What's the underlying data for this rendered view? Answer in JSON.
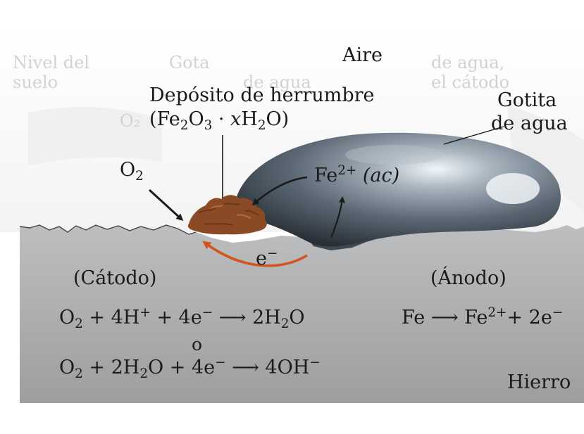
{
  "colors": {
    "iron": "#a3a4a6",
    "water": "#4e5b66",
    "rust": "#8a4a26",
    "electron_arrow": "#d2551f",
    "text": "#1a1a1a",
    "ghost_text": "#d2d2d2"
  },
  "ghost_labels": {
    "nivel": "Nivel del",
    "suelo": "suelo",
    "gota": "Gota",
    "de_agua": "de agua",
    "agua": "de agua,",
    "catodo": "el cátodo",
    "o2": "O₂"
  },
  "labels": {
    "aire": "Aire",
    "deposito": "Depósito de herrumbre",
    "rust_formula": {
      "open": "(Fe",
      "s1": "2",
      "mid1": "O",
      "s2": "3",
      "dot": " · ",
      "x": "x",
      "h": "H",
      "s3": "2",
      "close": "O)"
    },
    "gotita_line1": "Gotita",
    "gotita_line2": "de agua",
    "o2": {
      "base": "O",
      "sub": "2"
    },
    "fe_ion": {
      "base": "Fe",
      "sup": "2+",
      "ac": "(ac)"
    },
    "electron": {
      "base": "e",
      "sup": "−"
    },
    "catodo": "(Cátodo)",
    "anodo": "(Ánodo)",
    "hierro": "Hierro"
  },
  "equations": {
    "cathode_1": {
      "a": "O",
      "a_sub": "2",
      "b": " + 4H",
      "b_sup": "+",
      "c": " + 4e",
      "c_sup": "−",
      "arrow": " ⟶ ",
      "d": "2H",
      "d_sub": "2",
      "e": "O"
    },
    "o": "o",
    "cathode_2": {
      "a": "O",
      "a_sub": "2",
      "b": " + 2H",
      "b_sub": "2",
      "c": "O + 4e",
      "c_sup": "−",
      "arrow": " ⟶ ",
      "d": "4OH",
      "d_sup": "−"
    },
    "anode": {
      "a": "Fe ",
      "arrow": "⟶",
      "b": " Fe",
      "b_sup": "2+",
      "c": "+ 2e",
      "c_sup": "−"
    }
  }
}
